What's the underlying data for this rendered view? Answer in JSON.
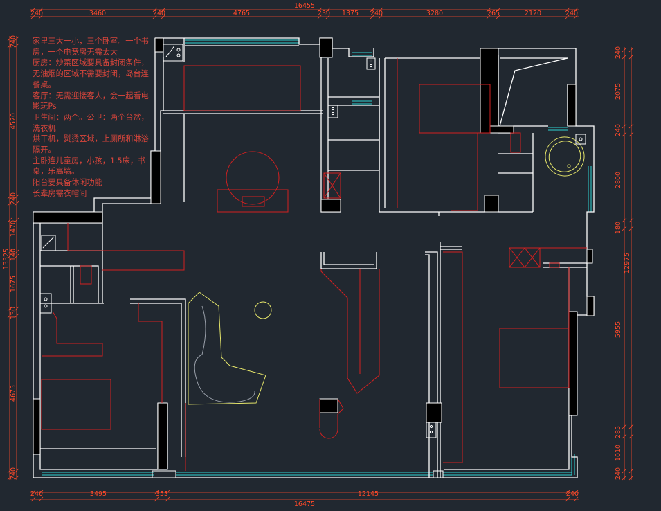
{
  "notes": [
    "家里三大一小，三个卧室。一个书房，一个电竞房无需太大",
    "厨房：炒菜区域要具备封闭条件，无油烟的区域不需要封闭，岛台连餐桌。",
    "客厅：无需迎接客人，会一起看电影玩Ps",
    "卫生间：两个。公卫：两个台盆，洗衣机",
    "烘干机，熨烫区域，上厕所和淋浴隔开。",
    "主卧连儿童房，小孩，1.5床，书桌，乐高墙。",
    "阳台要具备休闲功能",
    "长辈房需衣帽间"
  ],
  "dims": {
    "top_total": "16455",
    "top": [
      "240",
      "3460",
      "240",
      "4765",
      "230",
      "1375",
      "240",
      "3280",
      "265",
      "2120",
      "240"
    ],
    "bottom_total": "16475",
    "bottom": [
      "240",
      "3495",
      "355",
      "12145",
      "240"
    ],
    "left_total": "13325",
    "left": [
      "240",
      "4520",
      "240",
      "1470",
      "140",
      "1675",
      "130",
      "4675",
      "240"
    ],
    "right_total": "12975",
    "right": [
      "240",
      "2075",
      "240",
      "2800",
      "180",
      "5955",
      "285",
      "1010",
      "240"
    ]
  },
  "colors": {
    "background": "#212830",
    "wall": "#ffffff",
    "furniture": "#d42020",
    "window": "#2fd3d3",
    "fixture": "#e6e66a",
    "dimension": "#ff4a2a",
    "note": "#d8453b"
  }
}
